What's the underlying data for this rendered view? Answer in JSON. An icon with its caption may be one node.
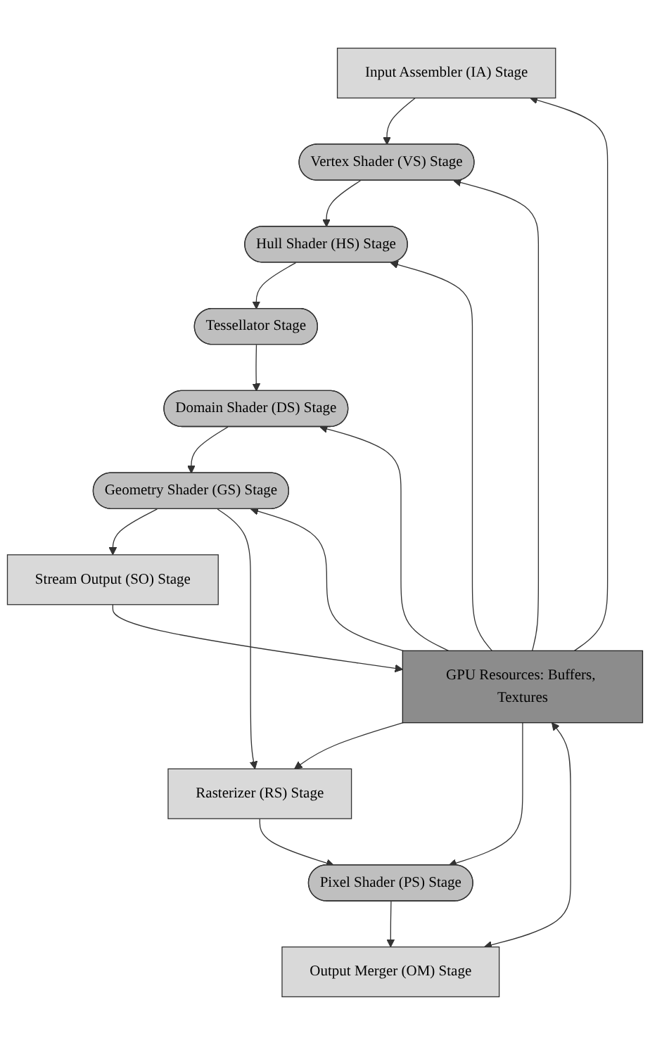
{
  "diagram": {
    "nodes": [
      {
        "text": [
          "Input Assembler (IA) Stage"
        ]
      },
      {
        "text": [
          "Vertex Shader (VS) Stage"
        ]
      },
      {
        "text": [
          "Hull Shader (HS) Stage"
        ]
      },
      {
        "text": [
          "Tessellator Stage"
        ]
      },
      {
        "text": [
          "Domain Shader (DS) Stage"
        ]
      },
      {
        "text": [
          "Geometry Shader (GS) Stage"
        ]
      },
      {
        "text": [
          "Stream Output (SO) Stage"
        ]
      },
      {
        "text": [
          "Rasterizer (RS) Stage"
        ]
      },
      {
        "text": [
          "Pixel Shader (PS) Stage"
        ]
      },
      {
        "text": [
          "Output Merger (OM) Stage"
        ]
      },
      {
        "text": [
          "GPU Resources: Buffers, Textures"
        ]
      }
    ],
    "edges": [
      {
        "from": 0,
        "to": 1,
        "arrow": "to"
      },
      {
        "from": 1,
        "to": 2,
        "arrow": "to"
      },
      {
        "from": 2,
        "to": 3,
        "arrow": "to"
      },
      {
        "from": 3,
        "to": 4,
        "arrow": "to"
      },
      {
        "from": 4,
        "to": 5,
        "arrow": "to"
      },
      {
        "from": 5,
        "to": 6,
        "arrow": "to"
      },
      {
        "from": 5,
        "to": 7,
        "arrow": "to"
      },
      {
        "from": 7,
        "to": 8,
        "arrow": "to"
      },
      {
        "from": 8,
        "to": 9,
        "arrow": "to"
      },
      {
        "from": 10,
        "to": 0,
        "arrow": "to"
      },
      {
        "from": 10,
        "to": 1,
        "arrow": "to"
      },
      {
        "from": 10,
        "to": 2,
        "arrow": "to"
      },
      {
        "from": 10,
        "to": 4,
        "arrow": "to"
      },
      {
        "from": 10,
        "to": 5,
        "arrow": "to"
      },
      {
        "from": 6,
        "to": 10,
        "arrow": "to"
      },
      {
        "from": 10,
        "to": 7,
        "arrow": "to"
      },
      {
        "from": 10,
        "to": 8,
        "arrow": "to"
      },
      {
        "from": 9,
        "to": 10,
        "arrow": "both"
      }
    ]
  }
}
